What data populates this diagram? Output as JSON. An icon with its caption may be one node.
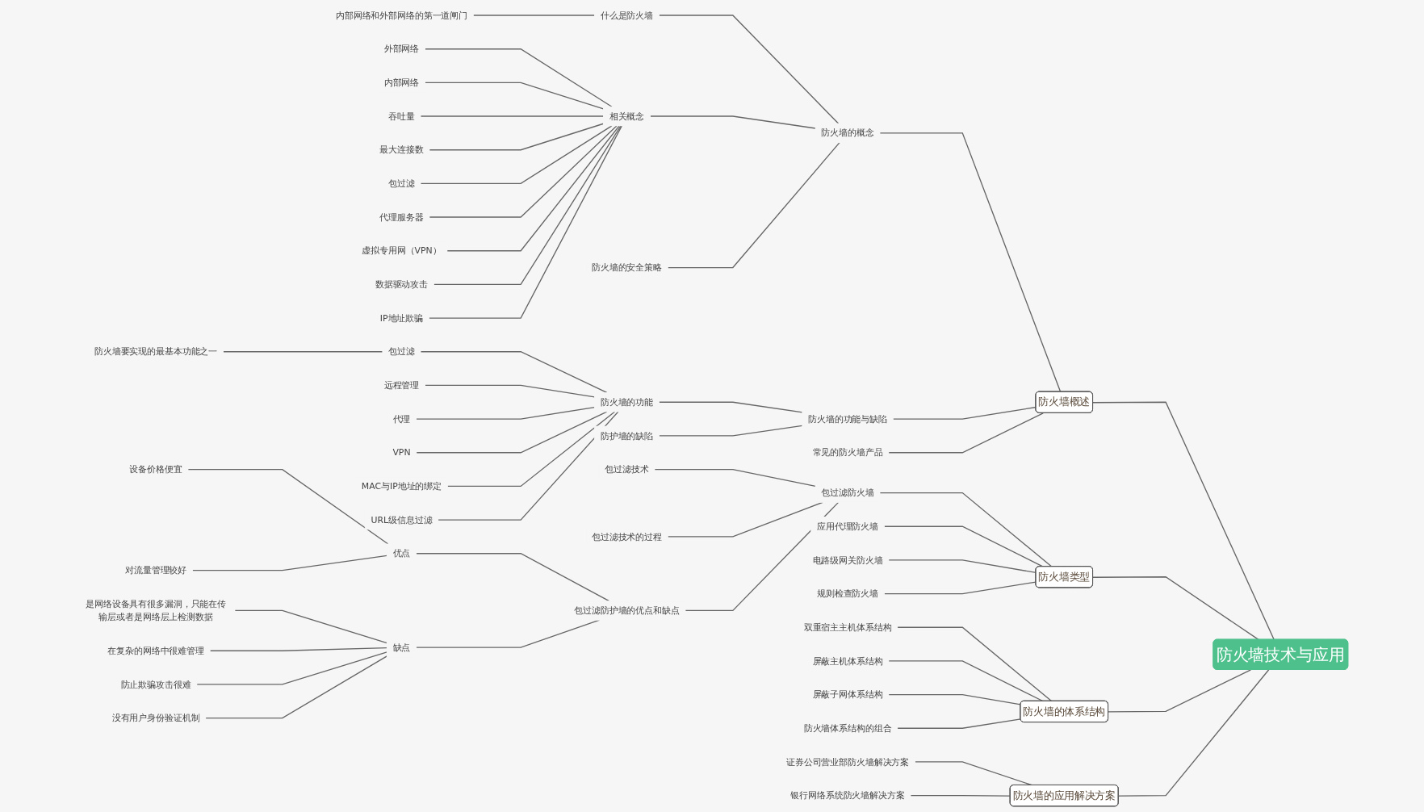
{
  "diagram": {
    "nodes": [
      {
        "text": [
          "防火墙技术与应用"
        ]
      },
      {
        "text": [
          "防火墙概述"
        ]
      },
      {
        "text": [
          "防火墙的概念"
        ]
      },
      {
        "text": [
          "什么是防火墙"
        ]
      },
      {
        "text": [
          "内部网络和外部网络的第一道闸门"
        ]
      },
      {
        "text": [
          "相关概念"
        ]
      },
      {
        "text": [
          "外部网络"
        ]
      },
      {
        "text": [
          "内部网络"
        ]
      },
      {
        "text": [
          "吞吐量"
        ]
      },
      {
        "text": [
          "最大连接数"
        ]
      },
      {
        "text": [
          "包过滤"
        ]
      },
      {
        "text": [
          "代理服务器"
        ]
      },
      {
        "text": [
          "虚拟专用网（VPN）"
        ]
      },
      {
        "text": [
          "数据驱动攻击"
        ]
      },
      {
        "text": [
          "IP地址欺骗"
        ]
      },
      {
        "text": [
          "防火墙的安全策略"
        ]
      },
      {
        "text": [
          "防火墙的功能与缺陷"
        ]
      },
      {
        "text": [
          "防火墙的功能"
        ]
      },
      {
        "text": [
          "包过滤"
        ]
      },
      {
        "text": [
          "防火墙要实现的最基本功能之一"
        ]
      },
      {
        "text": [
          "远程管理"
        ]
      },
      {
        "text": [
          "代理"
        ]
      },
      {
        "text": [
          "VPN"
        ]
      },
      {
        "text": [
          "MAC与IP地址的绑定"
        ]
      },
      {
        "text": [
          "URL级信息过滤"
        ]
      },
      {
        "text": [
          "防护墙的缺陷"
        ]
      },
      {
        "text": [
          "常见的防火墙产品"
        ]
      },
      {
        "text": [
          "防火墙类型"
        ]
      },
      {
        "text": [
          "包过滤防火墙"
        ]
      },
      {
        "text": [
          "包过滤技术"
        ]
      },
      {
        "text": [
          "包过滤技术的过程"
        ]
      },
      {
        "text": [
          "包过滤防护墙的优点和缺点"
        ]
      },
      {
        "text": [
          "优点"
        ]
      },
      {
        "text": [
          "设备价格便宜"
        ]
      },
      {
        "text": [
          "对流量管理较好"
        ]
      },
      {
        "text": [
          "缺点"
        ]
      },
      {
        "text": [
          "是网络设备具有很多漏洞，只能在传输层或者是网络层上检测数据"
        ]
      },
      {
        "text": [
          "在复杂的网络中很难管理"
        ]
      },
      {
        "text": [
          "防止欺骗攻击很难"
        ]
      },
      {
        "text": [
          "没有用户身份验证机制"
        ]
      },
      {
        "text": [
          "应用代理防火墙"
        ]
      },
      {
        "text": [
          "电路级网关防火墙"
        ]
      },
      {
        "text": [
          "规则检查防火墙"
        ]
      },
      {
        "text": [
          "防火墙的体系结构"
        ]
      },
      {
        "text": [
          "双重宿主主机体系结构"
        ]
      },
      {
        "text": [
          "屏蔽主机体系结构"
        ]
      },
      {
        "text": [
          "屏蔽子网体系结构"
        ]
      },
      {
        "text": [
          "防火墙体系结构的组合"
        ]
      },
      {
        "text": [
          "防火墙的应用解决方案"
        ]
      },
      {
        "text": [
          "证券公司营业部防火墙解决方案"
        ]
      },
      {
        "text": [
          "银行网络系统防火墙解决方案"
        ]
      }
    ],
    "edges": [
      {
        "from": 0,
        "to": 1,
        "arrow": "none"
      },
      {
        "from": 1,
        "to": 2,
        "arrow": "none"
      },
      {
        "from": 2,
        "to": 3,
        "arrow": "none"
      },
      {
        "from": 3,
        "to": 4,
        "arrow": "none"
      },
      {
        "from": 2,
        "to": 5,
        "arrow": "none"
      },
      {
        "from": 5,
        "to": 6,
        "arrow": "none"
      },
      {
        "from": 5,
        "to": 7,
        "arrow": "none"
      },
      {
        "from": 5,
        "to": 8,
        "arrow": "none"
      },
      {
        "from": 5,
        "to": 9,
        "arrow": "none"
      },
      {
        "from": 5,
        "to": 10,
        "arrow": "none"
      },
      {
        "from": 5,
        "to": 11,
        "arrow": "none"
      },
      {
        "from": 5,
        "to": 12,
        "arrow": "none"
      },
      {
        "from": 5,
        "to": 13,
        "arrow": "none"
      },
      {
        "from": 5,
        "to": 14,
        "arrow": "none"
      },
      {
        "from": 2,
        "to": 15,
        "arrow": "none"
      },
      {
        "from": 1,
        "to": 16,
        "arrow": "none"
      },
      {
        "from": 16,
        "to": 17,
        "arrow": "none"
      },
      {
        "from": 17,
        "to": 18,
        "arrow": "none"
      },
      {
        "from": 18,
        "to": 19,
        "arrow": "none"
      },
      {
        "from": 17,
        "to": 20,
        "arrow": "none"
      },
      {
        "from": 17,
        "to": 21,
        "arrow": "none"
      },
      {
        "from": 17,
        "to": 22,
        "arrow": "none"
      },
      {
        "from": 17,
        "to": 23,
        "arrow": "none"
      },
      {
        "from": 17,
        "to": 24,
        "arrow": "none"
      },
      {
        "from": 16,
        "to": 25,
        "arrow": "none"
      },
      {
        "from": 1,
        "to": 26,
        "arrow": "none"
      },
      {
        "from": 0,
        "to": 27,
        "arrow": "none"
      },
      {
        "from": 27,
        "to": 28,
        "arrow": "none"
      },
      {
        "from": 28,
        "to": 29,
        "arrow": "none"
      },
      {
        "from": 28,
        "to": 30,
        "arrow": "none"
      },
      {
        "from": 28,
        "to": 31,
        "arrow": "none"
      },
      {
        "from": 31,
        "to": 32,
        "arrow": "none"
      },
      {
        "from": 32,
        "to": 33,
        "arrow": "none"
      },
      {
        "from": 32,
        "to": 34,
        "arrow": "none"
      },
      {
        "from": 31,
        "to": 35,
        "arrow": "none"
      },
      {
        "from": 35,
        "to": 36,
        "arrow": "none"
      },
      {
        "from": 35,
        "to": 37,
        "arrow": "none"
      },
      {
        "from": 35,
        "to": 38,
        "arrow": "none"
      },
      {
        "from": 35,
        "to": 39,
        "arrow": "none"
      },
      {
        "from": 27,
        "to": 40,
        "arrow": "none"
      },
      {
        "from": 27,
        "to": 41,
        "arrow": "none"
      },
      {
        "from": 27,
        "to": 42,
        "arrow": "none"
      },
      {
        "from": 0,
        "to": 43,
        "arrow": "none"
      },
      {
        "from": 43,
        "to": 44,
        "arrow": "none"
      },
      {
        "from": 43,
        "to": 45,
        "arrow": "none"
      },
      {
        "from": 43,
        "to": 46,
        "arrow": "none"
      },
      {
        "from": 43,
        "to": 47,
        "arrow": "none"
      },
      {
        "from": 0,
        "to": 48,
        "arrow": "none"
      },
      {
        "from": 48,
        "to": 49,
        "arrow": "none"
      },
      {
        "from": 48,
        "to": 50,
        "arrow": "none"
      }
    ]
  }
}
